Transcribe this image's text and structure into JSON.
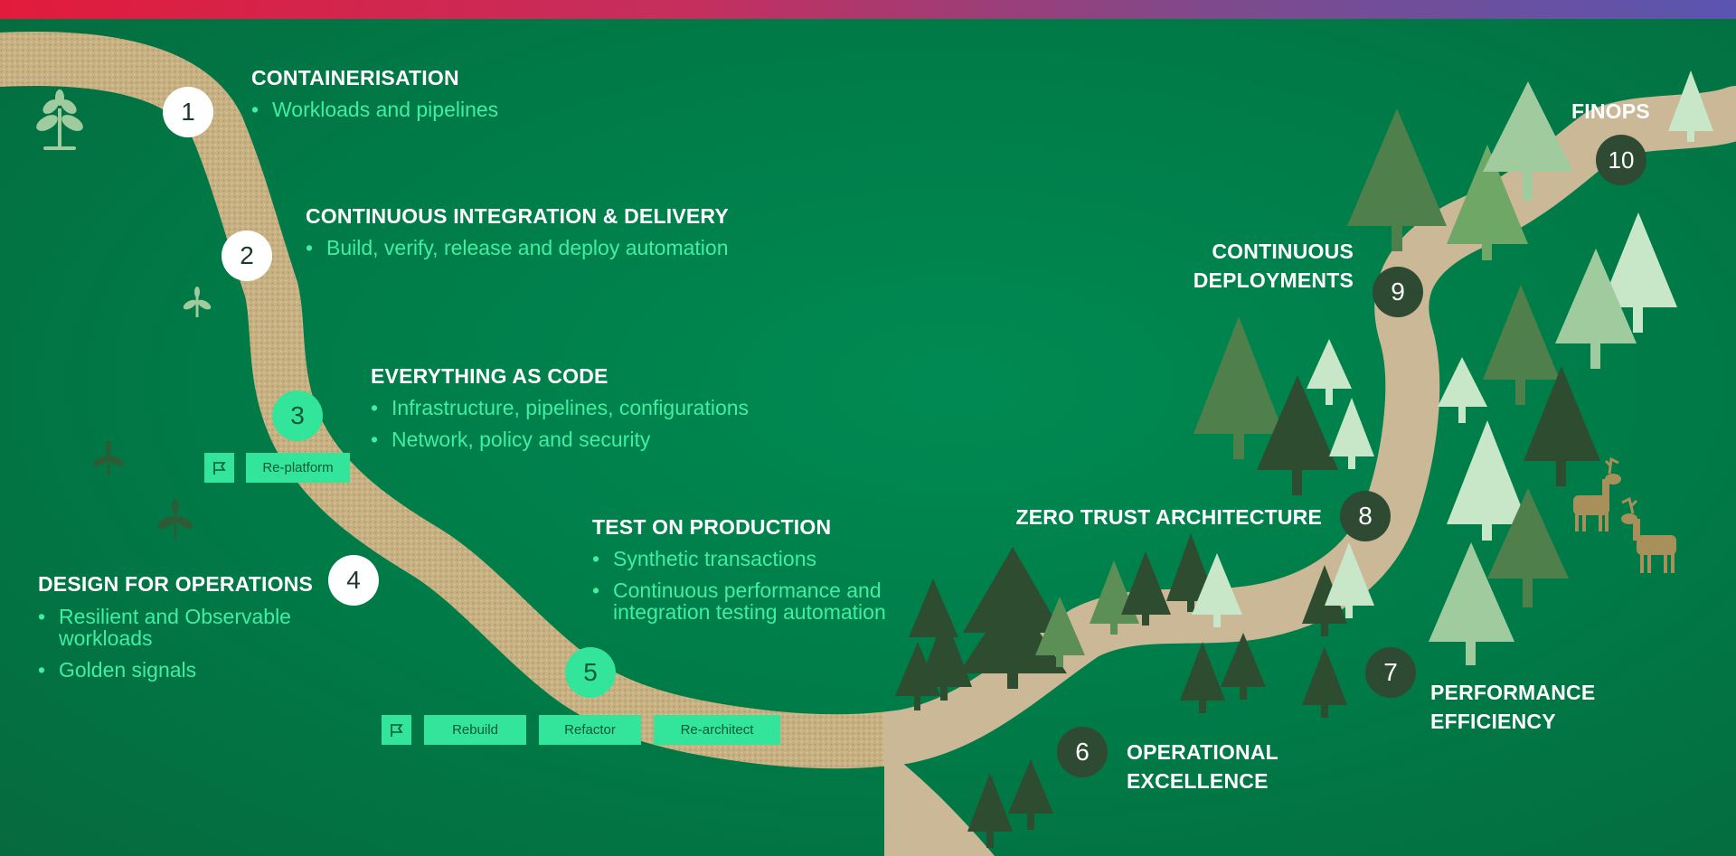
{
  "colors": {
    "background": "#007a47",
    "path_main": "#cbb896",
    "heading": "#ffffff",
    "bullet_text": "#3fefa2",
    "accent_mint": "#33e49b",
    "circle_dark": "#2f4a33",
    "tree_dark": "#2e4d30",
    "tree_mid": "#4f7f4b",
    "tree_light": "#9fcb9f",
    "tree_pale": "#c8e6c8",
    "deer": "#a8905a"
  },
  "steps": [
    {
      "number": "1",
      "title": "CONTAINERISATION",
      "bullets": [
        "Workloads and pipelines"
      ]
    },
    {
      "number": "2",
      "title": "CONTINUOUS INTEGRATION & DELIVERY",
      "bullets": [
        "Build, verify, release and deploy automation"
      ]
    },
    {
      "number": "3",
      "title": "EVERYTHING AS CODE",
      "bullets": [
        "Infrastructure, pipelines, configurations",
        "Network, policy and security"
      ]
    },
    {
      "number": "4",
      "title": "DESIGN FOR OPERATIONS",
      "bullets": [
        "Resilient and Observable workloads",
        "Golden signals"
      ]
    },
    {
      "number": "5",
      "title": "TEST ON PRODUCTION",
      "bullets": [
        "Synthetic transactions",
        "Continuous performance and integration testing automation"
      ]
    },
    {
      "number": "6",
      "title_line1": "OPERATIONAL",
      "title_line2": "EXCELLENCE"
    },
    {
      "number": "7",
      "title_line1": "PERFORMANCE",
      "title_line2": "EFFICIENCY"
    },
    {
      "number": "8",
      "title": "ZERO TRUST ARCHITECTURE"
    },
    {
      "number": "9",
      "title_line1": "CONTINUOUS",
      "title_line2": "DEPLOYMENTS"
    },
    {
      "number": "10",
      "title": "FINOPS"
    }
  ],
  "tags": {
    "replatform": "Re-platform",
    "rebuild": "Rebuild",
    "refactor": "Refactor",
    "rearchitect": "Re-architect"
  },
  "icons": {
    "flag": "flag-icon",
    "sprout": "sprout-icon",
    "tree": "pine-tree-icon",
    "deer": "deer-icon"
  }
}
